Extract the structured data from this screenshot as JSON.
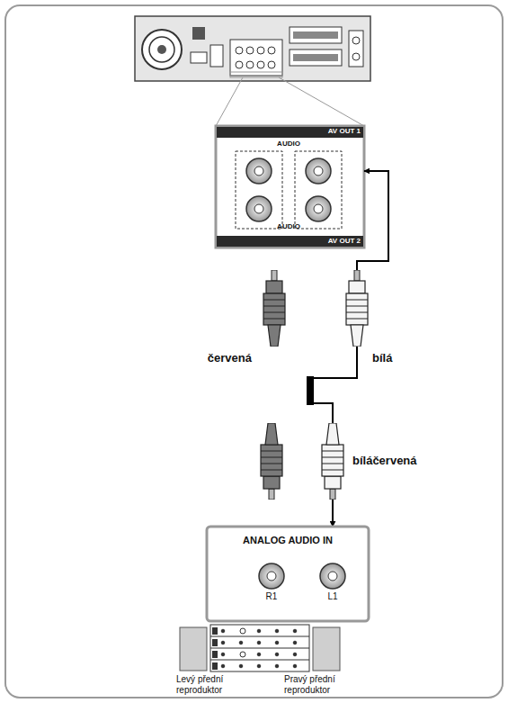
{
  "diagram": {
    "nodes": [
      {
        "text": [
          "AV OUT 1",
          "AUDIO",
          "AUDIO",
          "AV OUT 2"
        ]
      },
      {
        "text": [
          "ANALOG AUDIO IN",
          "R1",
          "L1"
        ]
      }
    ],
    "edges": [
      {
        "from": 1,
        "to": 0,
        "arrow": "both"
      }
    ],
    "labels": [
      "červená",
      "bílá",
      "bíláčervená",
      "Levý přední reproduktor",
      "Pravý přední reproduktor"
    ]
  }
}
